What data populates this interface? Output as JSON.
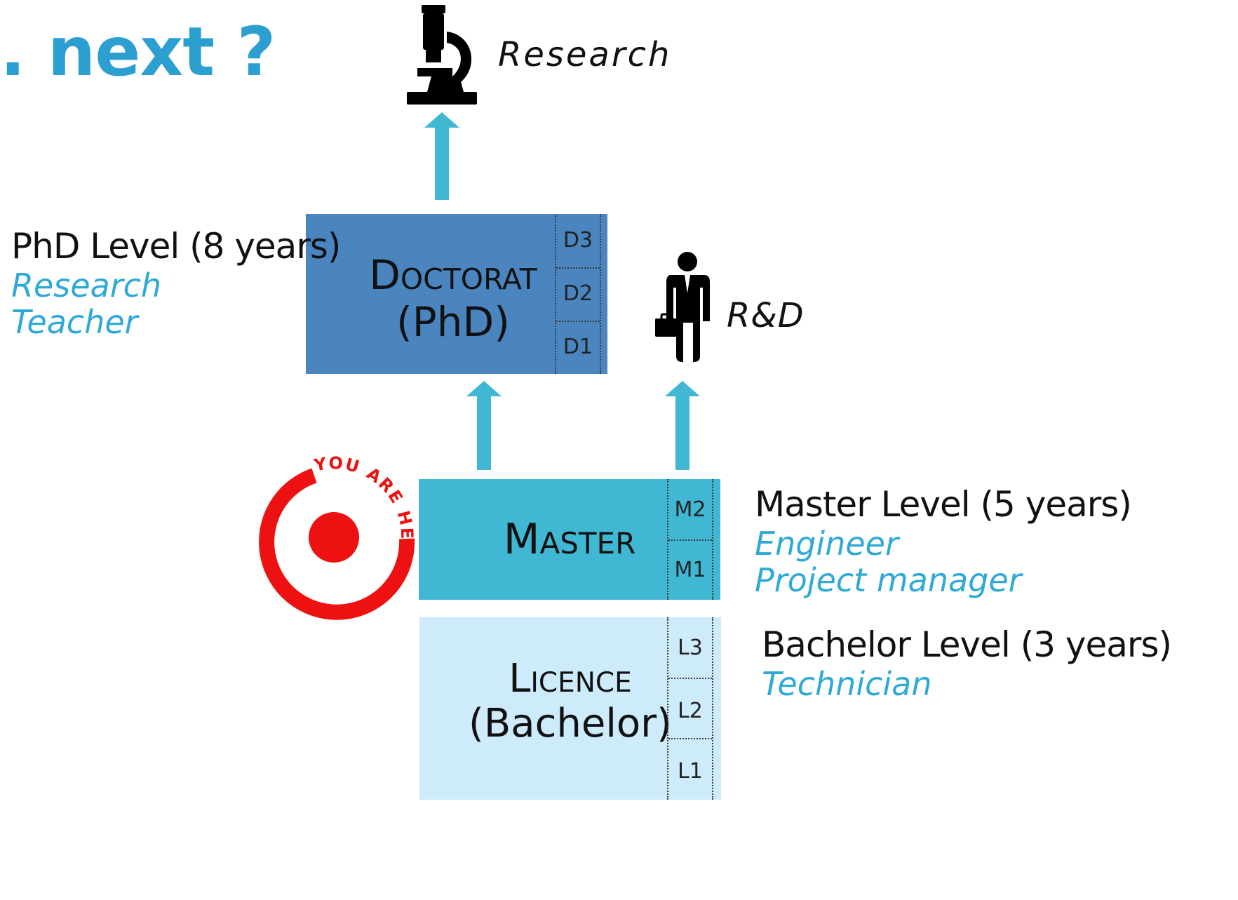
{
  "title": ". next ?",
  "boxes": {
    "doctorat": {
      "name_line1": "Doctorat",
      "name_line2": "(PhD)",
      "years": [
        "D3",
        "D2",
        "D1"
      ],
      "color": "#4a85bf"
    },
    "master": {
      "name_line1": "Master",
      "years": [
        "M2",
        "M1"
      ],
      "color": "#40b7d3"
    },
    "licence": {
      "name_line1": "Licence",
      "name_line2": "(Bachelor)",
      "years": [
        "L3",
        "L2",
        "L1"
      ],
      "color": "#cdebfb"
    }
  },
  "levels": {
    "phd": {
      "label": "PhD Level (8 years)",
      "roles": [
        "Research",
        "Teacher"
      ]
    },
    "master": {
      "label": "Master Level (5 years)",
      "roles": [
        "Engineer",
        "Project manager"
      ]
    },
    "bachelor": {
      "label": "Bachelor Level (3 years)",
      "roles": [
        "Technician"
      ]
    }
  },
  "outcomes": {
    "research": "Research",
    "rnd": "R&D"
  },
  "badge": {
    "text": "YOU ARE HERE",
    "color": "#ee1111"
  },
  "icons": {
    "research": "microscope-icon",
    "rnd": "businessman-icon"
  },
  "colors": {
    "arrow": "#40b7d3",
    "accent_text": "#2fa9d6",
    "title": "#2b9fd0"
  }
}
